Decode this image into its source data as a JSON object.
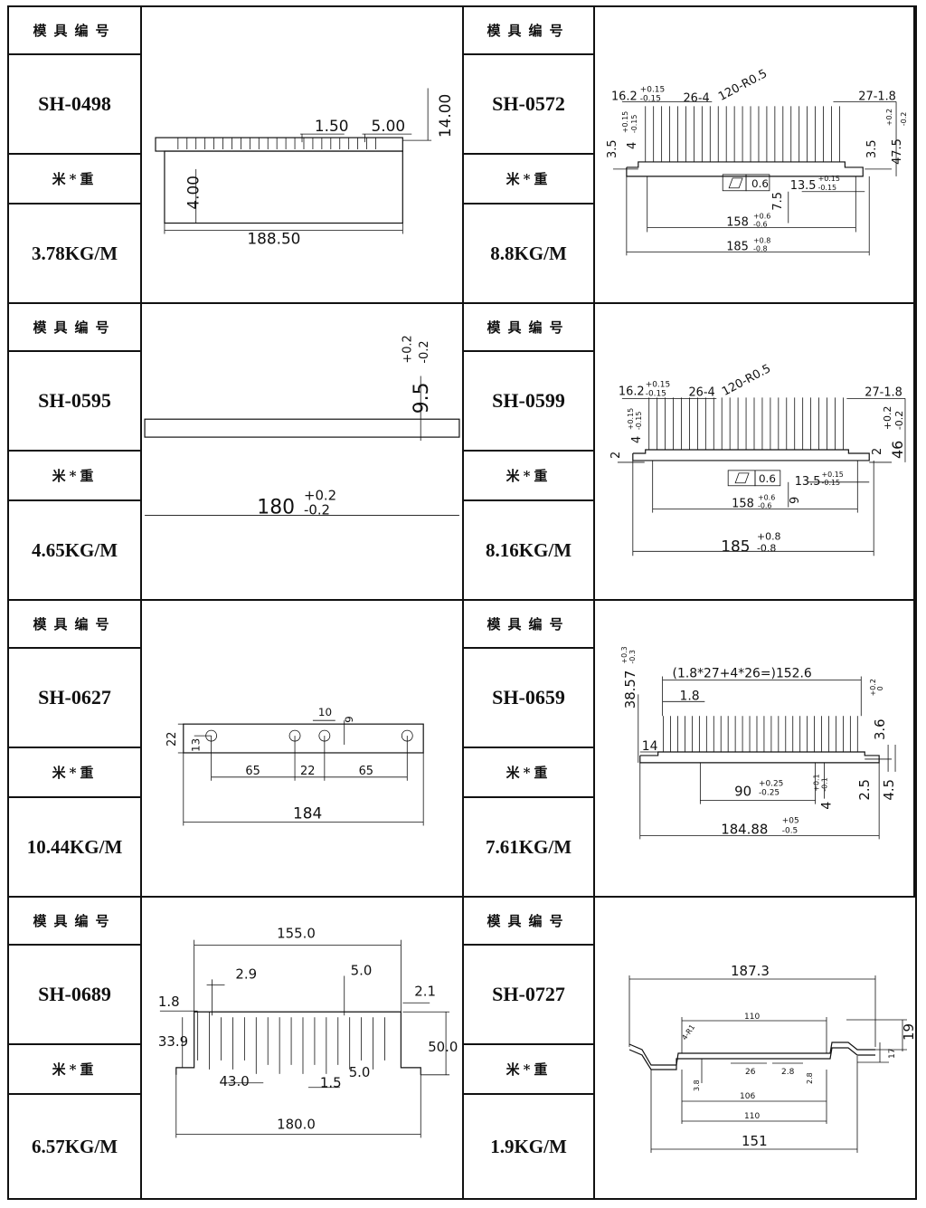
{
  "header_label": "模具编号",
  "weight_label": "米*重",
  "panels": [
    {
      "code": "SH-0498",
      "weight": "3.78KG/M",
      "dims": [
        "1.50",
        "5.00",
        "14.00",
        "4.00",
        "188.50"
      ]
    },
    {
      "code": "SH-0572",
      "weight": "8.8KG/M",
      "dims": [
        "16.2",
        "+0.15",
        "-0.15",
        "26-4",
        "120-R0.5",
        "27-1.8",
        "3.5",
        "4",
        "+0.15",
        "-0.15",
        "3.5",
        "47.5",
        "+0.2",
        "-0.2",
        "0.6",
        "13.5",
        "+0.15",
        "-0.15",
        "7.5",
        "158",
        "+0.6",
        "-0.6",
        "185",
        "+0.8",
        "-0.8"
      ]
    },
    {
      "code": "SH-0595",
      "weight": "4.65KG/M",
      "dims": [
        "9.5",
        "+0.2",
        "-0.2",
        "180",
        "+0.2",
        "-0.2"
      ]
    },
    {
      "code": "SH-0599",
      "weight": "8.16KG/M",
      "dims": [
        "16.2",
        "+0.15",
        "-0.15",
        "26-4",
        "120-R0.5",
        "27-1.8",
        "4",
        "+0.15",
        "-0.15",
        "2",
        "2",
        "46",
        "+0.2",
        "-0.2",
        "0.6",
        "13.5",
        "+0.15",
        "-0.15",
        "158",
        "+0.6",
        "-0.6",
        "6",
        "185",
        "+0.8",
        "-0.8"
      ]
    },
    {
      "code": "SH-0627",
      "weight": "10.44KG/M",
      "dims": [
        "10",
        "6",
        "22",
        "13",
        "65",
        "22",
        "65",
        "184"
      ]
    },
    {
      "code": "SH-0659",
      "weight": "7.61KG/M",
      "dims": [
        "38.57",
        "+0.3",
        "-0.3",
        "(1.8*27+4*26=)152.6",
        "1.8",
        "+0.2",
        "0",
        "3.6",
        "14",
        "90",
        "+0.25",
        "-0.25",
        "4",
        "+0.1",
        "-0.1",
        "2.5",
        "4.5",
        "184.88",
        "+05",
        "-0.5"
      ]
    },
    {
      "code": "SH-0689",
      "weight": "6.57KG/M",
      "dims": [
        "155.0",
        "2.9",
        "5.0",
        "1.8",
        "2.1",
        "33.9",
        "50.0",
        "43.0",
        "1.5",
        "5.0",
        "180.0"
      ]
    },
    {
      "code": "SH-0727",
      "weight": "1.9KG/M",
      "dims": [
        "187.3",
        "110",
        "4-R1",
        "19",
        "17",
        "26",
        "2.8",
        "3.8",
        "2.8",
        "106",
        "110",
        "151"
      ]
    }
  ]
}
